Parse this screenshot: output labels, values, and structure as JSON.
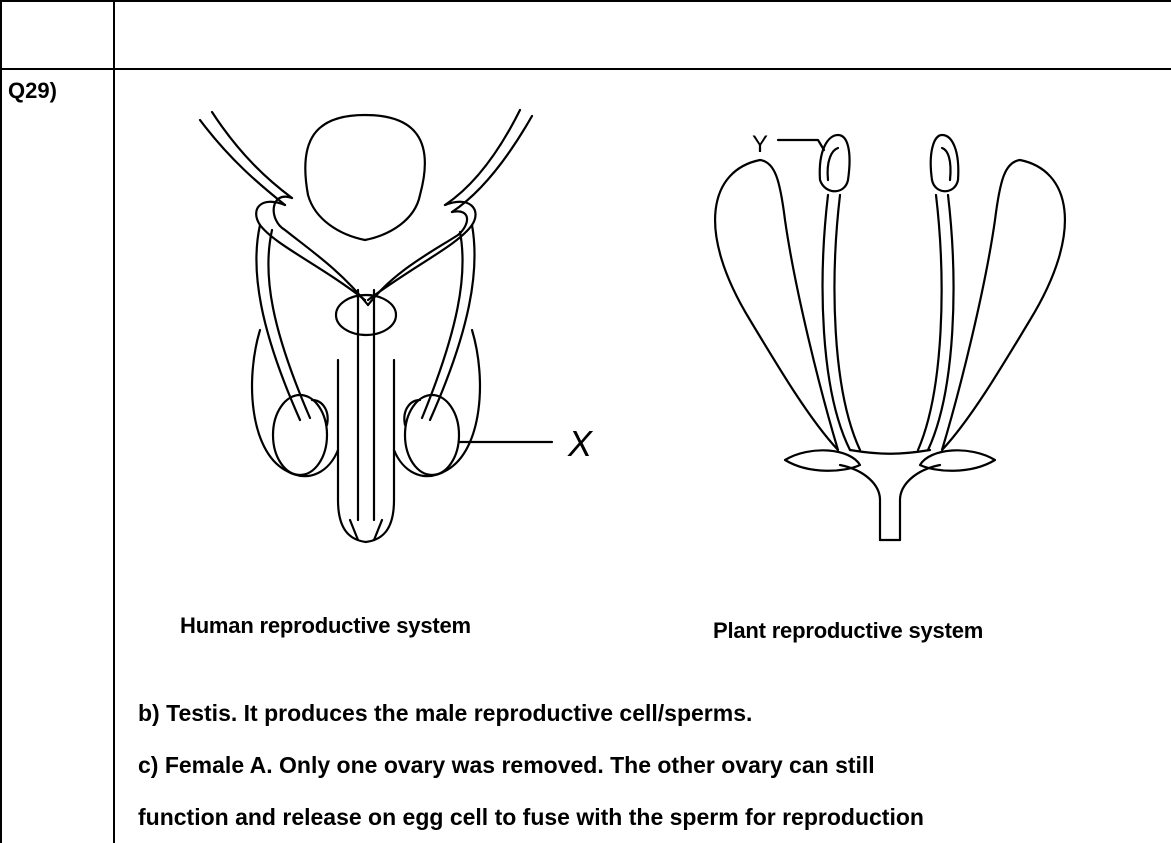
{
  "question": {
    "label": "Q29)"
  },
  "figure_left": {
    "caption": "Human reproductive system",
    "label_x": "X"
  },
  "figure_right": {
    "caption": "Plant reproductive system",
    "label_y": "Y"
  },
  "answers": {
    "b": "b) Testis. It produces the male reproductive cell/sperms.",
    "c_line1": "c) Female A. Only one ovary was removed. The other ovary can still",
    "c_line2": "function and release on egg cell to fuse with the sperm for reproduction"
  }
}
